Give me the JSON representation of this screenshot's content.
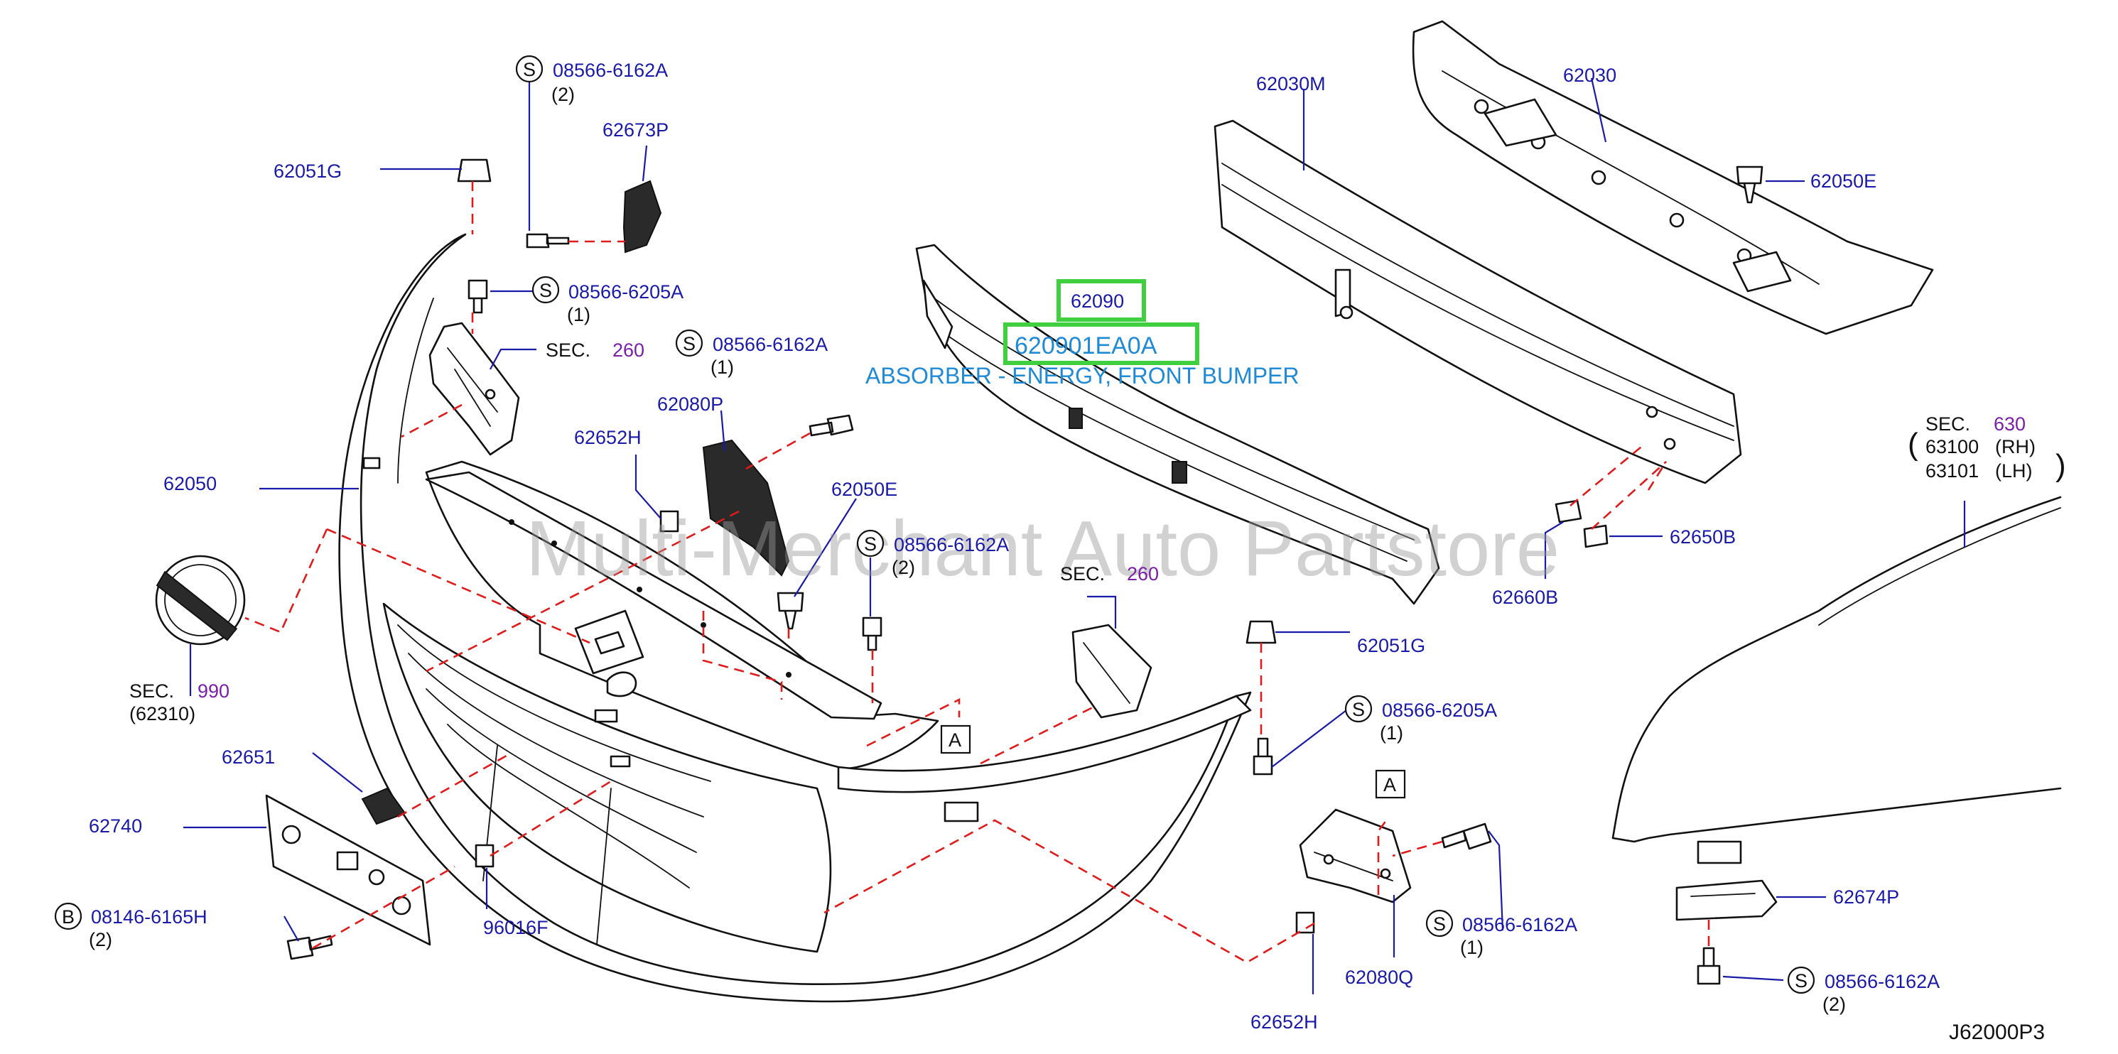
{
  "watermark": "Multi-Merchant Auto Partstore",
  "diagram_code": "J62000P3",
  "highlight": {
    "part_number": "62090",
    "oem_number": "620901EA0A",
    "description": "ABSORBER - ENERGY, FRONT BUMPER"
  },
  "callouts": {
    "s_08566_6162A_top": {
      "symbol": "S",
      "part": "08566-6162A",
      "qty": "(2)"
    },
    "p62673P": "62673P",
    "p62051G_left": "62051G",
    "s_08566_6205A_left": {
      "symbol": "S",
      "part": "08566-6205A",
      "qty": "(1)"
    },
    "sec260_left": {
      "prefix": "SEC.",
      "num": "260"
    },
    "s_08566_6162A_mid": {
      "symbol": "S",
      "part": "08566-6162A",
      "qty": "(1)"
    },
    "p62080P": "62080P",
    "p62652H_top": "62652H",
    "p62050": "62050",
    "p62050E_mid": "62050E",
    "s_08566_6162A_center": {
      "symbol": "S",
      "part": "08566-6162A",
      "qty": "(2)"
    },
    "sec990": {
      "prefix": "SEC.",
      "num": "990",
      "sub": "(62310)"
    },
    "sec260_mid": {
      "prefix": "SEC.",
      "num": "260"
    },
    "p62030M": "62030M",
    "p62030": "62030",
    "p62050E_right": "62050E",
    "sec630": {
      "prefix": "SEC.",
      "num": "630",
      "rh_part": "63100",
      "rh": "(RH)",
      "lh_part": "63101",
      "lh": "(LH)"
    },
    "p62650B": "62650B",
    "p62660B": "62660B",
    "p62051G_right": "62051G",
    "s_08566_6205A_right": {
      "symbol": "S",
      "part": "08566-6205A",
      "qty": "(1)"
    },
    "p62651": "62651",
    "p62740": "62740",
    "b_08146_6165H": {
      "symbol": "B",
      "part": "08146-6165H",
      "qty": "(2)"
    },
    "p96016F": "96016F",
    "s_08566_6162A_lower": {
      "symbol": "S",
      "part": "08566-6162A",
      "qty": "(1)"
    },
    "p62080Q": "62080Q",
    "p62652H_bottom": "62652H",
    "p62674P": "62674P",
    "s_08566_6162A_bottom": {
      "symbol": "S",
      "part": "08566-6162A",
      "qty": "(2)"
    },
    "ref_A_mid": "A",
    "ref_A_right": "A"
  },
  "colors": {
    "part_number": "#1a1aa8",
    "section_number": "#7a1fa8",
    "highlight_text": "#1f8ad6",
    "highlight_box": "#3fcf3f",
    "dashed_leader": "#e01b1b",
    "line_art": "#111111"
  }
}
